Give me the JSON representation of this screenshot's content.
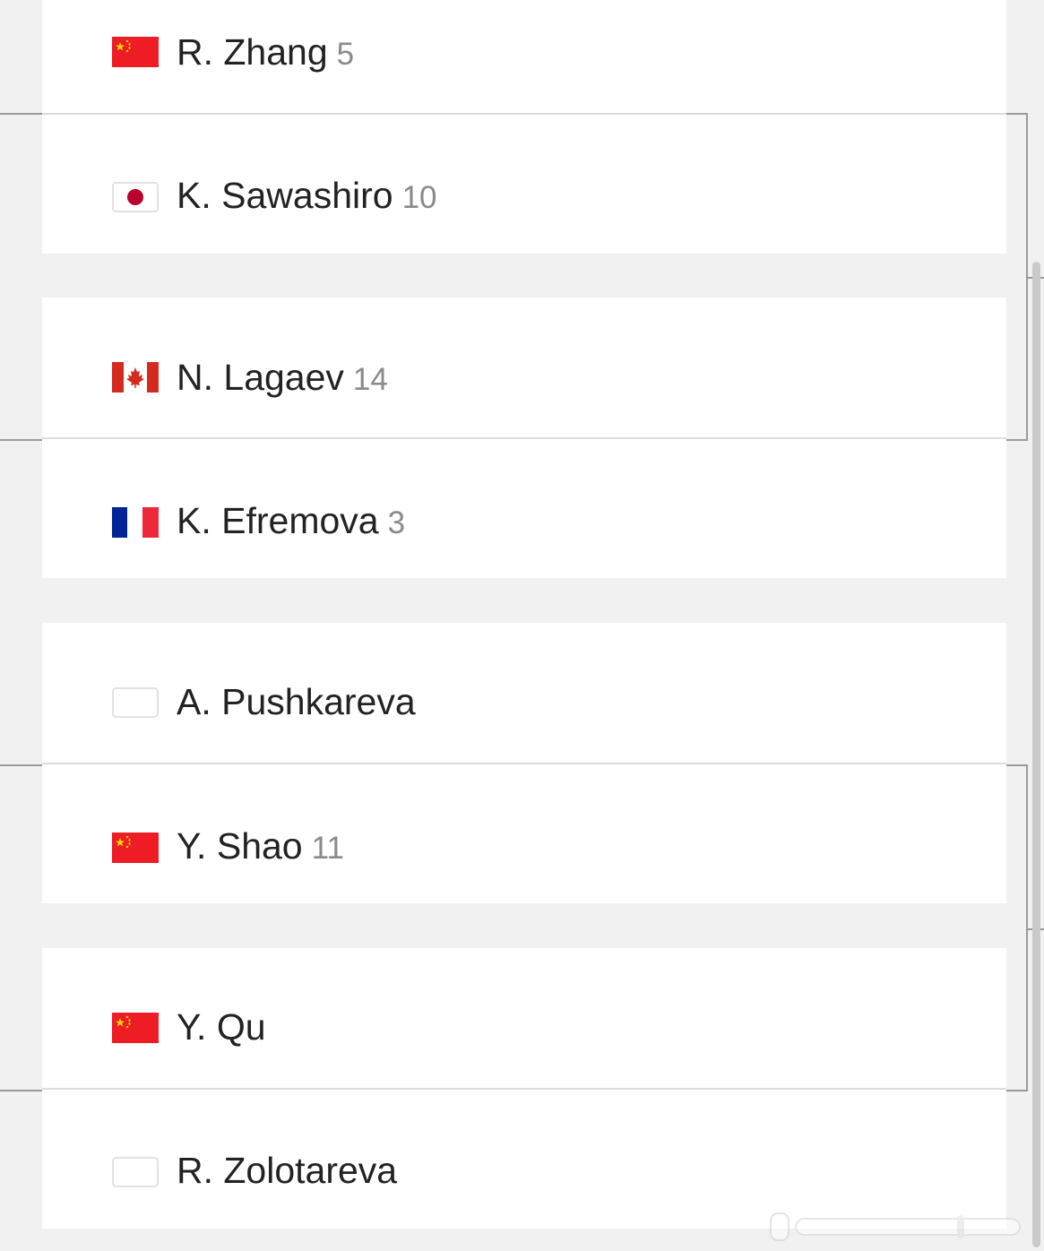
{
  "bracket": {
    "matches": [
      {
        "players": [
          {
            "name": "R. Zhang",
            "seed": "5",
            "flag": "china-flag-icon"
          },
          {
            "name": "K. Sawashiro",
            "seed": "10",
            "flag": "japan-flag-icon"
          }
        ]
      },
      {
        "players": [
          {
            "name": "N. Lagaev",
            "seed": "14",
            "flag": "canada-flag-icon"
          },
          {
            "name": "K. Efremova",
            "seed": "3",
            "flag": "france-flag-icon"
          }
        ]
      },
      {
        "players": [
          {
            "name": "A. Pushkareva",
            "seed": "",
            "flag": "blank-flag-icon"
          },
          {
            "name": "Y. Shao",
            "seed": "11",
            "flag": "china-flag-icon"
          }
        ]
      },
      {
        "players": [
          {
            "name": "Y. Qu",
            "seed": "",
            "flag": "china-flag-icon"
          },
          {
            "name": "R. Zolotareva",
            "seed": "",
            "flag": "blank-flag-icon"
          }
        ]
      }
    ]
  },
  "colors": {
    "page_background": "#f1f1f1",
    "row_background": "#ffffff",
    "name_text": "#222222",
    "seed_text": "#8a8a8a",
    "connector": "#9a9a9a",
    "china_red": "#ee1c25",
    "china_star": "#ffde00",
    "japan_red": "#bc002d",
    "france_blue": "#002395",
    "france_red": "#ed2939",
    "canada_red": "#d52b1e"
  }
}
